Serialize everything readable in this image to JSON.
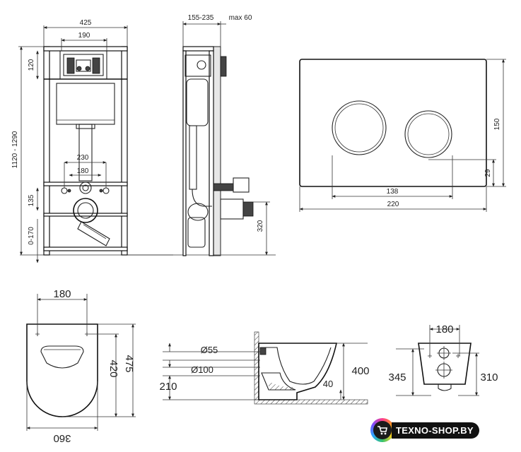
{
  "frame_front": {
    "width": "425",
    "plate_width": "190",
    "top_height": "120",
    "total_height": "1120 - 1290",
    "studs_wide": "230",
    "studs_narrow": "180",
    "outlet_height": "135",
    "foot_adjust": "0-170"
  },
  "frame_side": {
    "depth": "155-235",
    "max_depth": "max 60",
    "drain_height": "320"
  },
  "flush_plate": {
    "height": "150",
    "offset": "29",
    "button_span": "138",
    "width": "220"
  },
  "toilet_top": {
    "bolt_spacing": "180",
    "depth": "420",
    "length": "475",
    "width": "360"
  },
  "toilet_side": {
    "inlet_diameter": "Ø55",
    "outlet_diameter": "Ø100",
    "outlet_height": "210",
    "height": "400",
    "rim_offset": "40"
  },
  "toilet_back": {
    "bolt_spacing": "180",
    "height_left": "345",
    "height_right": "310"
  },
  "brand": {
    "name": "TEXNO-SHOP.BY",
    "logo_icon": "cart-icon",
    "colors": [
      "#ff3d8b",
      "#ff9a1f",
      "#ffd21f",
      "#36c26b",
      "#2aa6ff",
      "#7a4dff"
    ]
  }
}
